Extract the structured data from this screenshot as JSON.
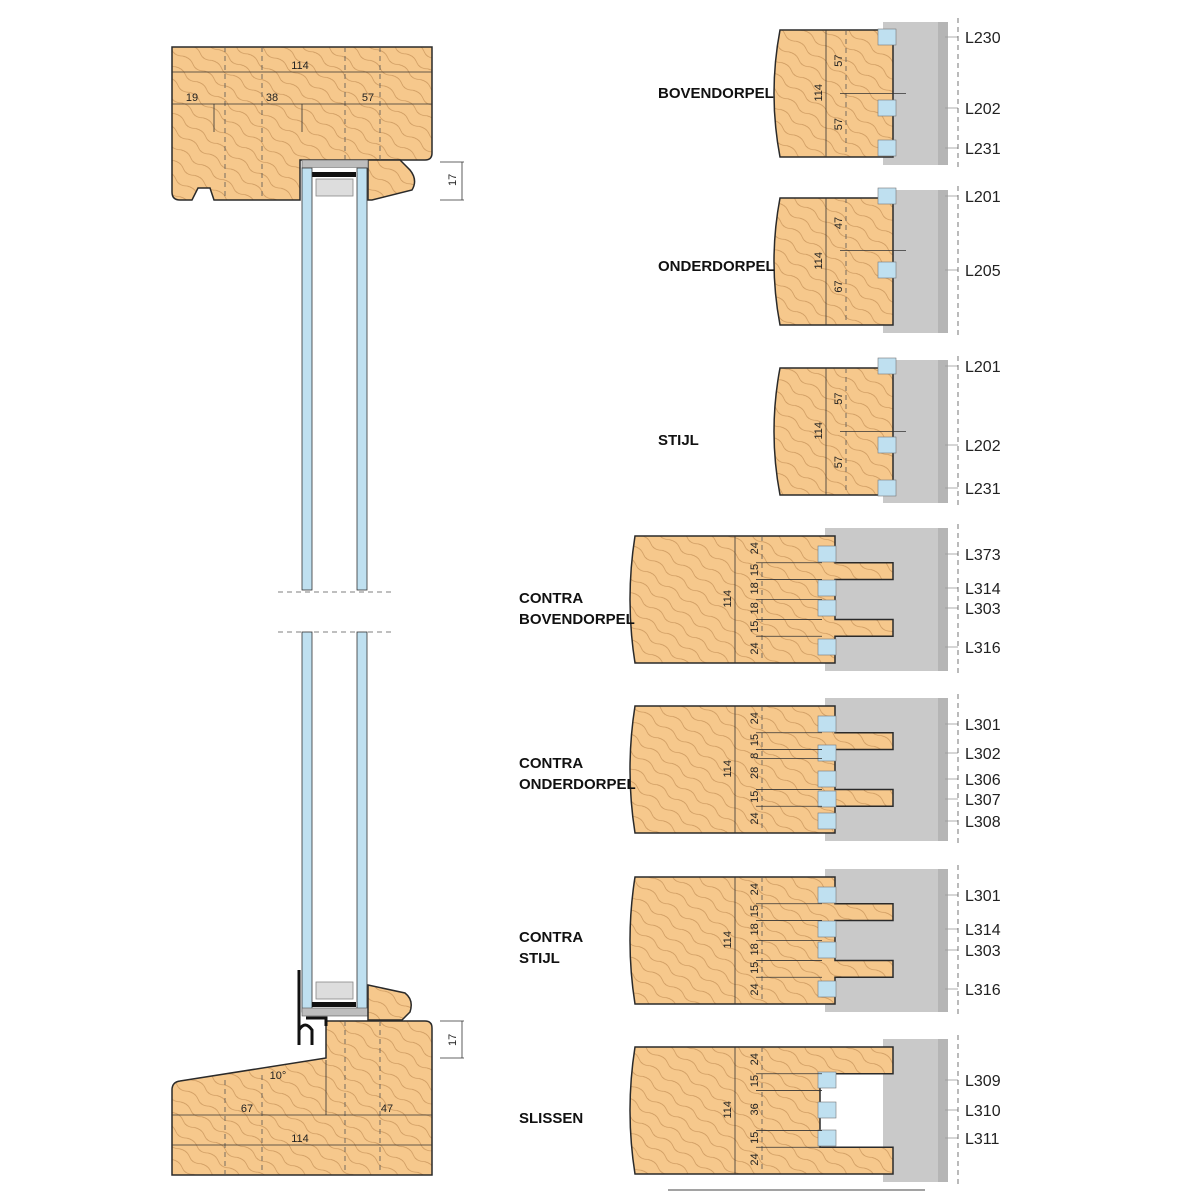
{
  "colors": {
    "wood": "#F6C88C",
    "grain": "#C8945A",
    "tool": "#C9C9C9",
    "blade": "#BFE0F0",
    "outline": "#2A2A2A"
  },
  "left": {
    "top_width": "114",
    "top_d1": "19",
    "top_d2": "38",
    "top_d3": "57",
    "top_rebate": "17",
    "angle": "10°",
    "bottom_d1": "67",
    "bottom_d2": "47",
    "bottom_width": "114",
    "bottom_rebate": "17"
  },
  "sections": [
    {
      "label": [
        "BOVENDORPEL"
      ],
      "total": "114",
      "dims": [
        "57",
        "57"
      ],
      "tools": [
        "L230",
        "L202",
        "L231"
      ]
    },
    {
      "label": [
        "ONDERDORPEL"
      ],
      "total": "114",
      "dims": [
        "47",
        "67"
      ],
      "tools": [
        "L201",
        "L205"
      ]
    },
    {
      "label": [
        "STIJL"
      ],
      "total": "114",
      "dims": [
        "57",
        "57"
      ],
      "tools": [
        "L201",
        "L202",
        "L231"
      ]
    },
    {
      "label": [
        "CONTRA",
        "BOVENDORPEL"
      ],
      "total": "114",
      "dims": [
        "24",
        "15",
        "18",
        "18",
        "15",
        "24"
      ],
      "tools": [
        "L373",
        "L314",
        "L303",
        "L316"
      ]
    },
    {
      "label": [
        "CONTRA",
        "ONDERDORPEL"
      ],
      "total": "114",
      "dims": [
        "24",
        "15",
        "8",
        "28",
        "15",
        "24"
      ],
      "tools": [
        "L301",
        "L302",
        "L306",
        "L307",
        "L308"
      ]
    },
    {
      "label": [
        "CONTRA",
        "STIJL"
      ],
      "total": "114",
      "dims": [
        "24",
        "15",
        "18",
        "18",
        "15",
        "24"
      ],
      "tools": [
        "L301",
        "L314",
        "L303",
        "L316"
      ]
    },
    {
      "label": [
        "SLISSEN"
      ],
      "total": "114",
      "dims": [
        "24",
        "15",
        "36",
        "15",
        "24"
      ],
      "tools": [
        "L309",
        "L310",
        "L311"
      ]
    }
  ]
}
